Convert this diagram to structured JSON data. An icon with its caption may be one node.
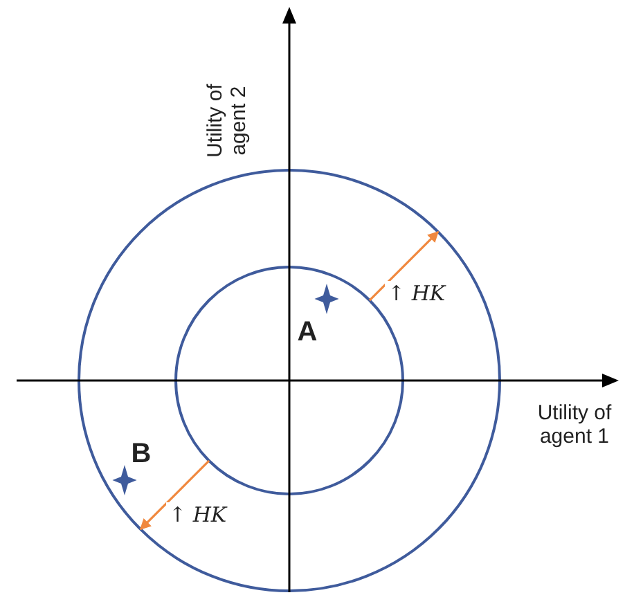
{
  "diagram": {
    "nodes": [
      {
        "text": [],
        "shape": "circle"
      },
      {
        "text": [],
        "shape": "circle",
        "in": 0
      }
    ],
    "edges": [
      {
        "from": 1,
        "to": 0,
        "arrow": "to",
        "label": "↑ *HK*",
        "color": "#f0883e"
      },
      {
        "from": 1,
        "to": 0,
        "arrow": "to",
        "label": "↑ *HK*",
        "color": "#f0883e"
      }
    ],
    "labels": [
      "Utility of agent 2",
      "A",
      "Utility of agent 1",
      "B"
    ]
  }
}
